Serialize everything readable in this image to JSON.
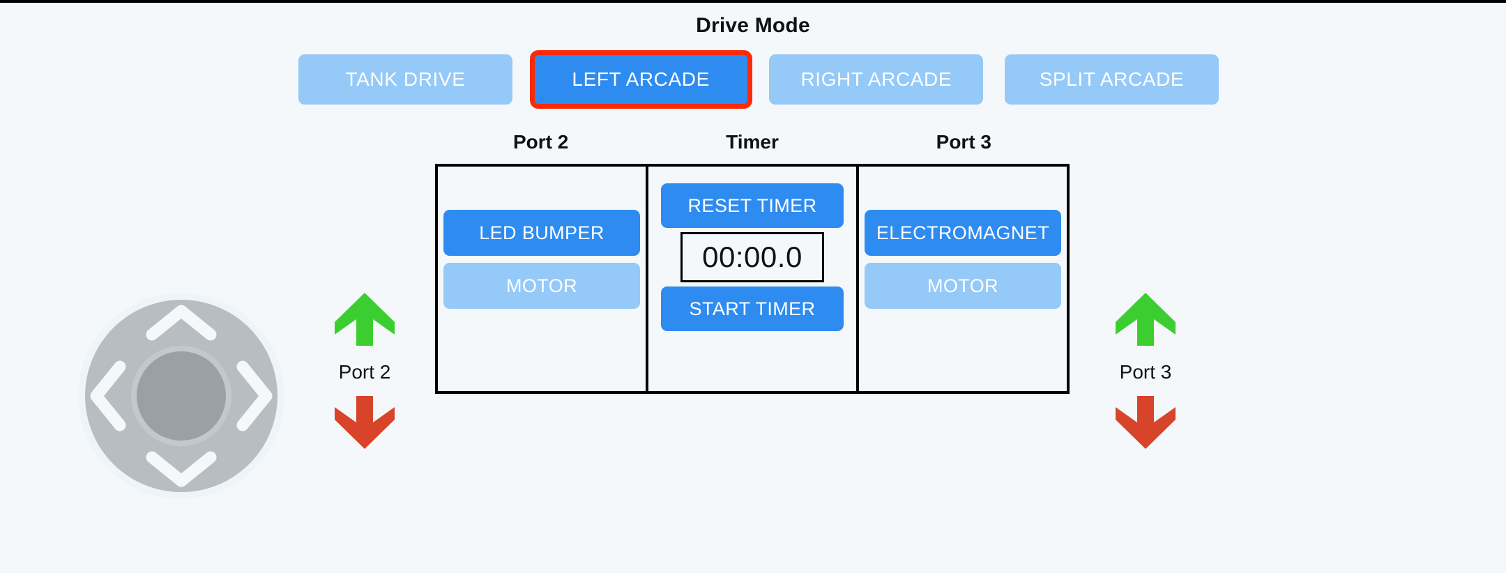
{
  "header": {
    "title": "Drive Mode"
  },
  "drive_modes": {
    "options": [
      {
        "label": "TANK DRIVE",
        "selected": false
      },
      {
        "label": "LEFT ARCADE",
        "selected": true
      },
      {
        "label": "RIGHT ARCADE",
        "selected": false
      },
      {
        "label": "SPLIT ARCADE",
        "selected": false
      }
    ],
    "selected_label": "LEFT ARCADE",
    "selection_highlight_color": "#fc2a06",
    "selected_color": "#2e8bf0",
    "unselected_color": "#95c9f8"
  },
  "panels": {
    "labels": [
      "Port 2",
      "Timer",
      "Port 3"
    ],
    "port2": {
      "label": "Port 2",
      "buttons": [
        {
          "label": "LED BUMPER",
          "state": "active"
        },
        {
          "label": "MOTOR",
          "state": "inactive"
        }
      ]
    },
    "timer": {
      "label": "Timer",
      "reset_label": "RESET TIMER",
      "display_value": "00:00.0",
      "start_label": "START TIMER"
    },
    "port3": {
      "label": "Port 3",
      "buttons": [
        {
          "label": "ELECTROMAGNET",
          "state": "active"
        },
        {
          "label": "MOTOR",
          "state": "inactive"
        }
      ]
    }
  },
  "dpad": {
    "name": "directional-pad",
    "outer_color": "#b7bdc0",
    "hub_color": "#9aa1a4",
    "chevron_color": "#f4f8fa"
  },
  "port_arrows": {
    "up_color": "#3cce31",
    "down_color": "#d8442a",
    "left": {
      "caption": "Port 2",
      "up_icon": "arrow-up-icon",
      "down_icon": "arrow-down-icon"
    },
    "right": {
      "caption": "Port 3",
      "up_icon": "arrow-up-icon",
      "down_icon": "arrow-down-icon"
    }
  },
  "theme": {
    "background": "#f4f8fa",
    "text": "#111111"
  }
}
